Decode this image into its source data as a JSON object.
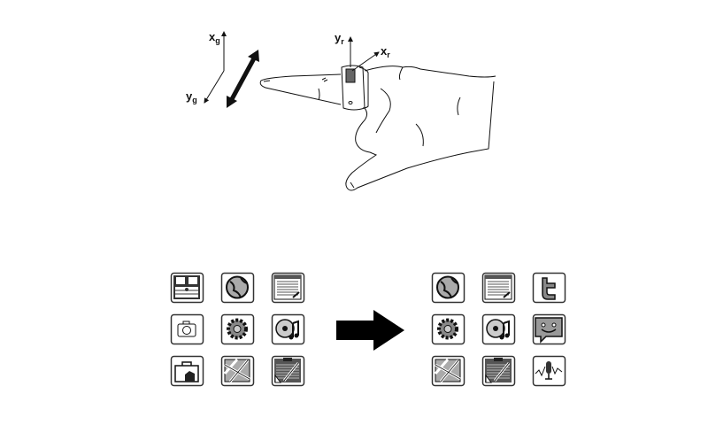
{
  "figure": {
    "axes_global": {
      "x_label": "x",
      "x_sub": "g",
      "y_label": "y",
      "y_sub": "g"
    },
    "axes_ring": {
      "x_label": "x",
      "x_sub": "r",
      "y_label": "y",
      "y_sub": "r"
    },
    "grid_before": [
      "calendar-icon",
      "globe-icon",
      "notes-icon",
      "camera-icon",
      "settings-gear-icon",
      "music-disc-icon",
      "bag-icon",
      "map-icon",
      "clipboard-edit-icon"
    ],
    "grid_after": [
      "globe-icon",
      "notes-icon",
      "twitter-icon",
      "settings-gear-icon",
      "music-disc-icon",
      "chat-smiley-icon",
      "map-icon",
      "clipboard-edit-icon",
      "voice-recorder-icon"
    ],
    "colors": {
      "line": "#111111",
      "fill_gray": "#9a9a9a",
      "frame": "#333333"
    }
  }
}
